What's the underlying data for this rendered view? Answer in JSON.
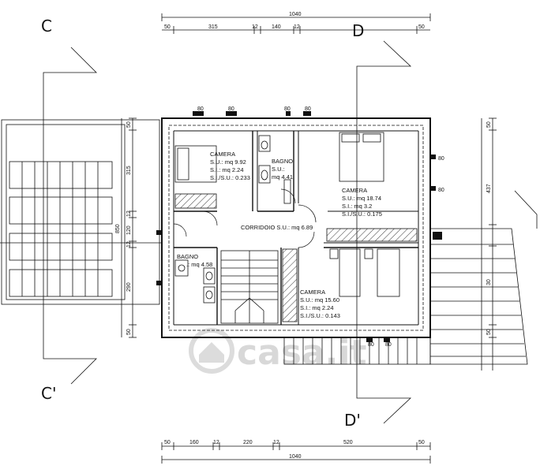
{
  "section_markers": {
    "left_top": "C",
    "left_bottom": "C'",
    "right_top": "D",
    "right_bottom": "D'"
  },
  "top_dims": {
    "total": "1040",
    "parts": [
      "50",
      "315",
      "12",
      "140",
      "12",
      "50"
    ]
  },
  "bottom_dims": {
    "total": "1040",
    "parts": [
      "50",
      "160",
      "12",
      "220",
      "12",
      "520",
      "50"
    ]
  },
  "left_dims": {
    "total": "850",
    "parts": [
      "50",
      "315",
      "12",
      "120",
      "12",
      "290",
      "50"
    ]
  },
  "right_dims": {
    "parts": [
      "50",
      "437",
      "30",
      "50"
    ]
  },
  "window_labels": [
    "80",
    "80",
    "80",
    "80",
    "80",
    "80",
    "80",
    "80"
  ],
  "rooms": {
    "camera_top_left": {
      "name": "CAMERA",
      "l1": "S.U.: mq 9.92",
      "l2": "S.I.: mq  2.24",
      "l3": "S.I./S.U.: 0.233"
    },
    "bagno_top": {
      "name": "BAGNO",
      "l1": "S.U.:",
      "l2": "mq 4.41"
    },
    "camera_top_right": {
      "name": "CAMERA",
      "l1": "S.U.: mq 18.74",
      "l2": "S.I.: mq  3.2",
      "l3": "S.I./S.U.: 0.175"
    },
    "corridoio": {
      "name": "CORRIDOIO S.U.: mq 6.89"
    },
    "bagno_bottom": {
      "name": "BAGNO",
      "l1": ".: mq 4.58"
    },
    "camera_bottom": {
      "name": "CAMERA",
      "l1": "S.U.: mq 15.60",
      "l2": "S.I.: mq  2.24",
      "l3": "S.I./S.U.: 0.143"
    }
  },
  "watermark": "casa.it"
}
